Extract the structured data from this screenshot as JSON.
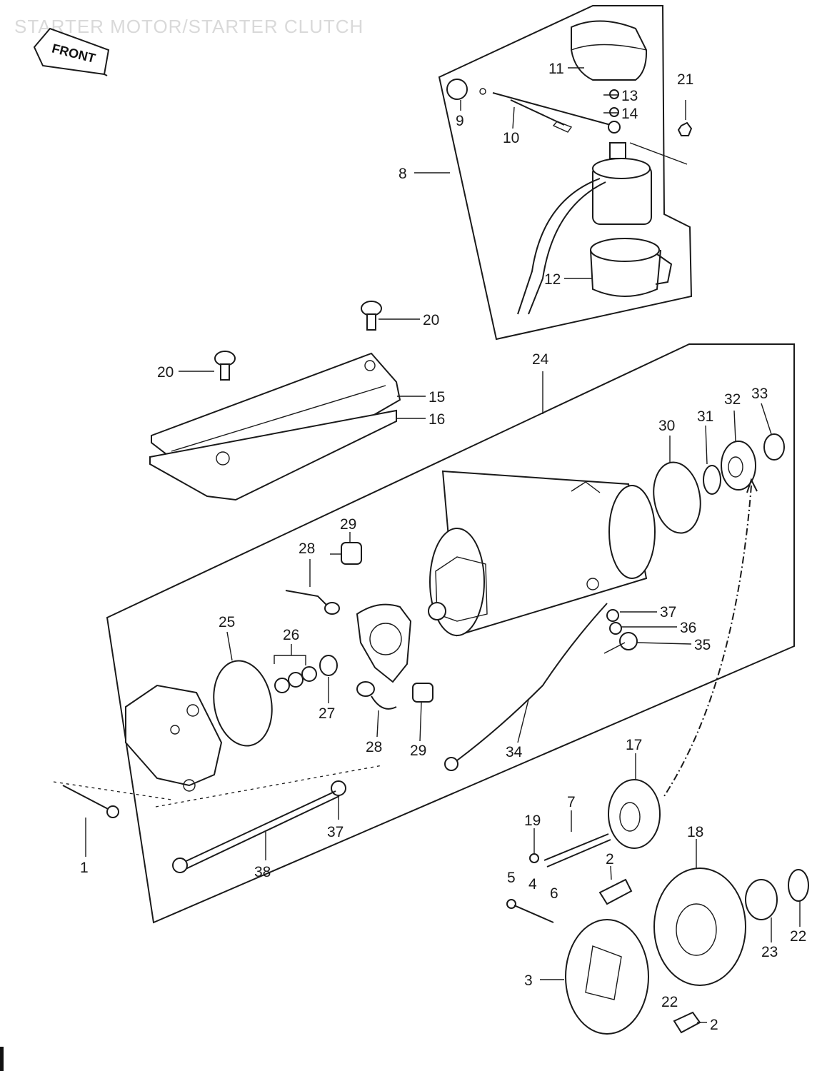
{
  "title": "STARTER MOTOR/STARTER CLUTCH",
  "front_label": "FRONT",
  "labels": [
    "1",
    "2",
    "2",
    "3",
    "4",
    "5",
    "6",
    "7",
    "8",
    "9",
    "10",
    "11",
    "12",
    "13",
    "14",
    "15",
    "16",
    "17",
    "18",
    "19",
    "20",
    "20",
    "21",
    "22",
    "22",
    "23",
    "24",
    "25",
    "26",
    "27",
    "28",
    "28",
    "29",
    "29",
    "30",
    "31",
    "32",
    "33",
    "34",
    "35",
    "36",
    "37",
    "37",
    "38"
  ]
}
